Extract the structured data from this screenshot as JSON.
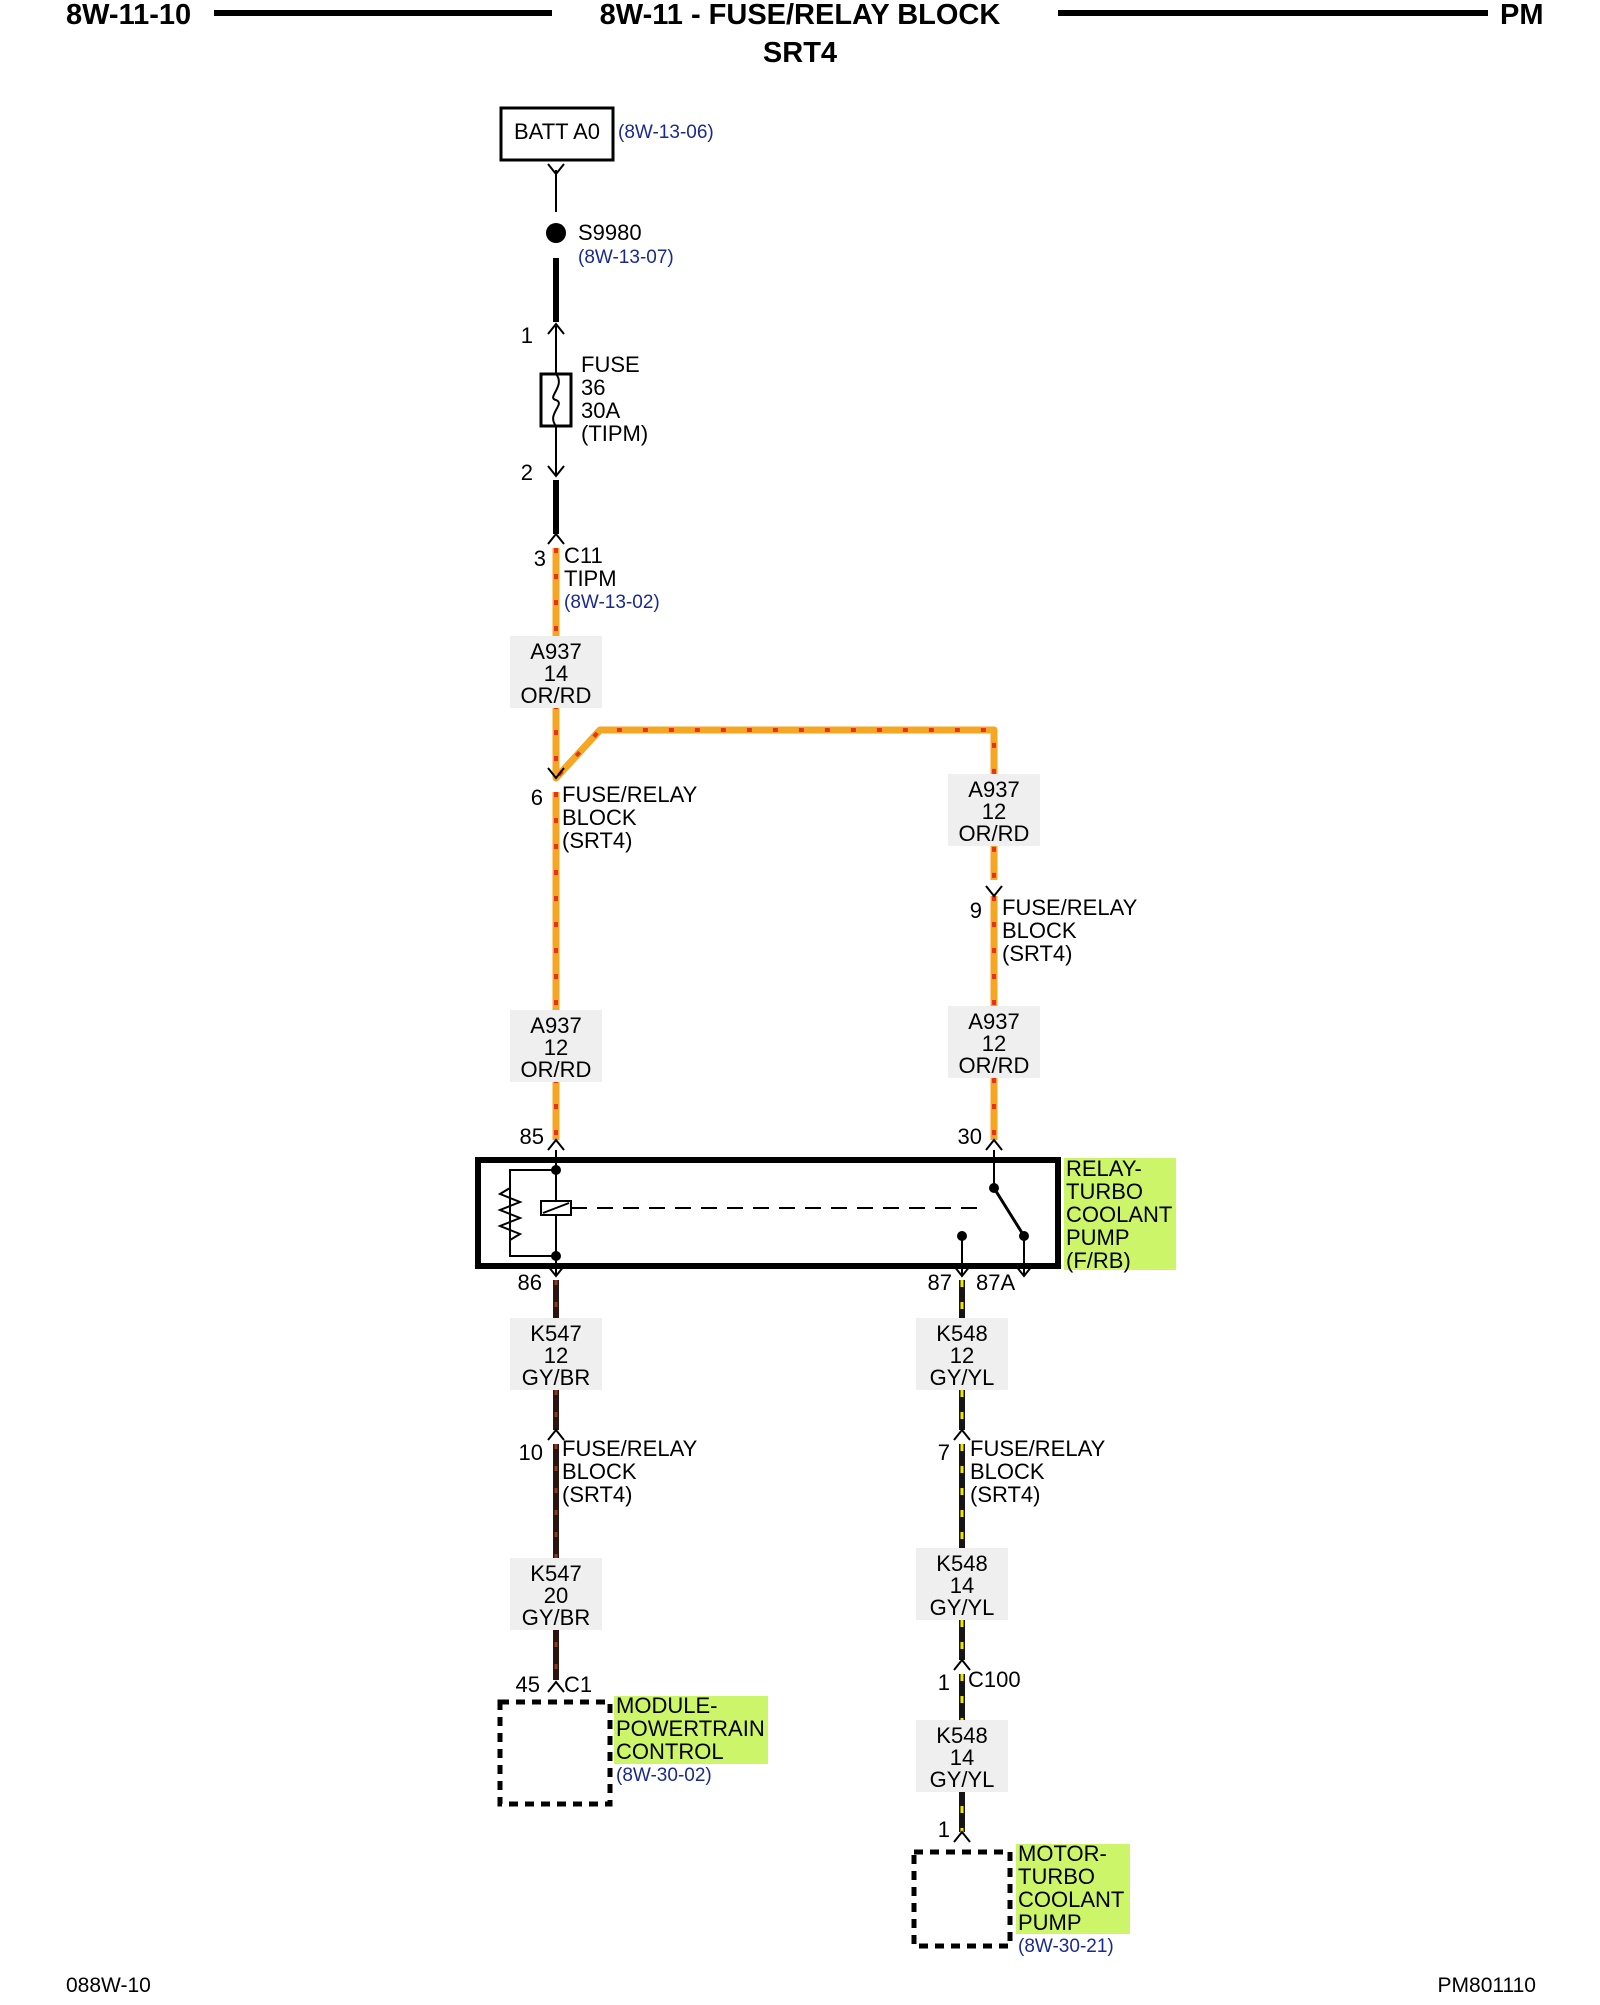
{
  "header": {
    "left": "8W-11-10",
    "title": "8W-11 - FUSE/RELAY BLOCK",
    "subtitle": "SRT4",
    "right": "PM"
  },
  "footer": {
    "left": "088W-10",
    "right": "PM801110"
  },
  "colors": {
    "or_rd_wire": "#f5a623",
    "or_rd_dot": "#e8331c",
    "gy_br_wire": "#2a1410",
    "gy_br_dot": "#8a3a22",
    "gy_yl_wire": "#151515",
    "gy_yl_dot": "#f2e600",
    "label_highlight": "#cdf56a",
    "reference_text": "#1a2a8c"
  },
  "batt": {
    "label": "BATT A0",
    "ref": "(8W-13-06)"
  },
  "splice": {
    "label": "S9980",
    "ref": "(8W-13-07)"
  },
  "fuse": {
    "pin_top": "1",
    "pin_bottom": "2",
    "lines": [
      "FUSE",
      "36",
      "30A",
      "(TIPM)"
    ]
  },
  "c11": {
    "pin": "3",
    "lines": [
      "C11",
      "TIPM"
    ],
    "ref": "(8W-13-02)"
  },
  "wires": {
    "a937_14": [
      "A937",
      "14",
      "OR/RD"
    ],
    "a937_12_left": [
      "A937",
      "12",
      "OR/RD"
    ],
    "a937_12_right_top": [
      "A937",
      "12",
      "OR/RD"
    ],
    "a937_12_right_bottom": [
      "A937",
      "12",
      "OR/RD"
    ],
    "k547_12": [
      "K547",
      "12",
      "GY/BR"
    ],
    "k547_20": [
      "K547",
      "20",
      "GY/BR"
    ],
    "k548_12": [
      "K548",
      "12",
      "GY/YL"
    ],
    "k548_14_a": [
      "K548",
      "14",
      "GY/YL"
    ],
    "k548_14_b": [
      "K548",
      "14",
      "GY/YL"
    ]
  },
  "fuse_relay_block": {
    "lines": [
      "FUSE/RELAY",
      "BLOCK",
      "(SRT4)"
    ],
    "pins": {
      "top_left": "6",
      "top_right": "9",
      "bottom_left": "10",
      "bottom_right": "7"
    }
  },
  "relay": {
    "lines": [
      "RELAY-",
      "TURBO",
      "COOLANT",
      "PUMP",
      "(F/RB)"
    ],
    "pins": {
      "p85": "85",
      "p30": "30",
      "p86": "86",
      "p87": "87",
      "p87a": "87A"
    }
  },
  "pcm": {
    "pin": "45",
    "connector": "C1",
    "lines": [
      "MODULE-",
      "POWERTRAIN",
      "CONTROL"
    ],
    "ref": "(8W-30-02)"
  },
  "c100": {
    "pin": "1",
    "connector": "C100"
  },
  "motor": {
    "pin": "1",
    "lines": [
      "MOTOR-",
      "TURBO",
      "COOLANT",
      "PUMP"
    ],
    "ref": "(8W-30-21)"
  }
}
